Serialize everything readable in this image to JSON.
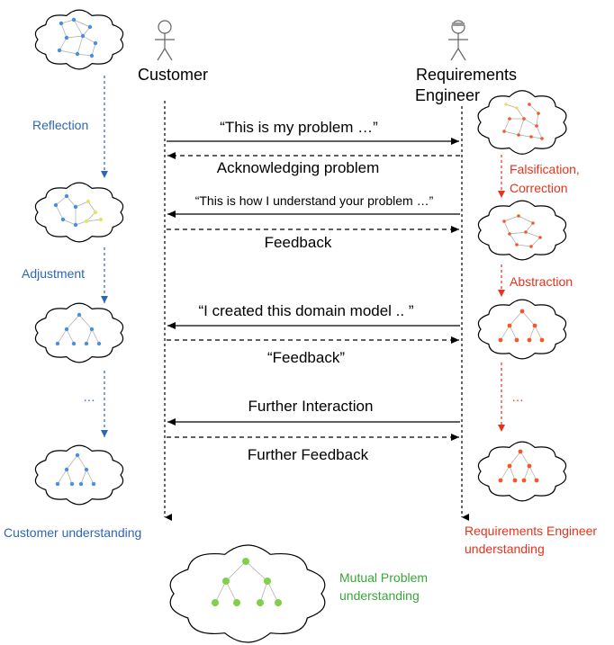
{
  "actors": {
    "customer": "Customer",
    "engineer_line1": "Requirements",
    "engineer_line2": "Engineer"
  },
  "messages": [
    "“This is my problem …”",
    "Acknowledging problem",
    "“This is how I understand your problem …”",
    "Feedback",
    "“I created this domain model .. ”",
    "“Feedback”",
    "Further Interaction",
    "Further Feedback"
  ],
  "customer_side": {
    "reflection": "Reflection",
    "adjustment": "Adjustment",
    "ellipsis": "…",
    "understanding": "Customer understanding"
  },
  "engineer_side": {
    "falsification_line1": "Falsification,",
    "falsification_line2": "Correction",
    "abstraction": "Abstraction",
    "ellipsis": "…",
    "understanding_line1": "Requirements Engineer",
    "understanding_line2": "understanding"
  },
  "mutual": {
    "line1": "Mutual Problem",
    "line2": "understanding"
  },
  "colors": {
    "customer_blue": "#2e66b6",
    "node_blue": "#4a90d9",
    "engineer_red": "#e8321c",
    "node_orange": "#f05a2a",
    "node_yellow": "#e8e070",
    "mutual_green": "#3aa63a",
    "node_green": "#7fd14a"
  }
}
